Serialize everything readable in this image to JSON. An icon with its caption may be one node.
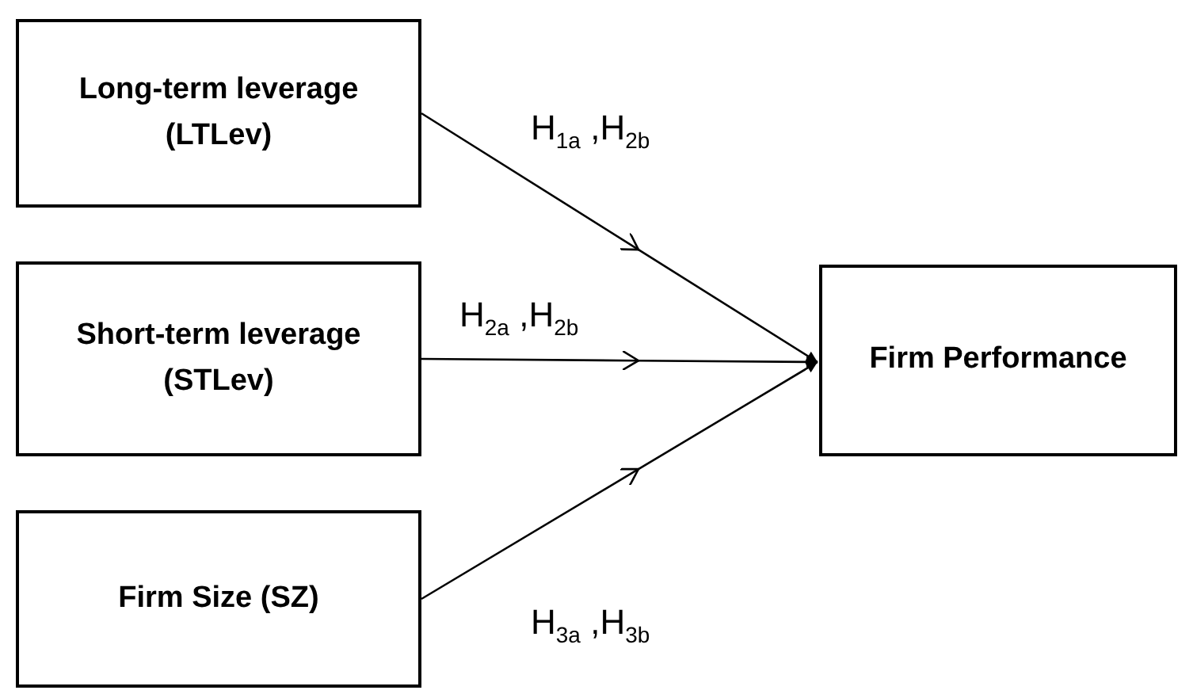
{
  "diagram": {
    "nodes": [
      {
        "text": [
          "Long-term leverage (LTLev)"
        ]
      },
      {
        "text": [
          "Short-term leverage (STLev)"
        ]
      },
      {
        "text": [
          "Firm Size (SZ)"
        ]
      },
      {
        "text": [
          "Firm Performance"
        ]
      }
    ],
    "edges": [
      {
        "from": 0,
        "to": 3,
        "arrow": "to",
        "label": "H$_{1a}$ ,H$_{2b}$"
      },
      {
        "from": 1,
        "to": 3,
        "arrow": "to",
        "label": "H$_{2a}$ ,H$_{2b}$"
      },
      {
        "from": 2,
        "to": 3,
        "arrow": "to",
        "label": "H$_{3a}$ ,H$_{3b}$"
      }
    ]
  }
}
